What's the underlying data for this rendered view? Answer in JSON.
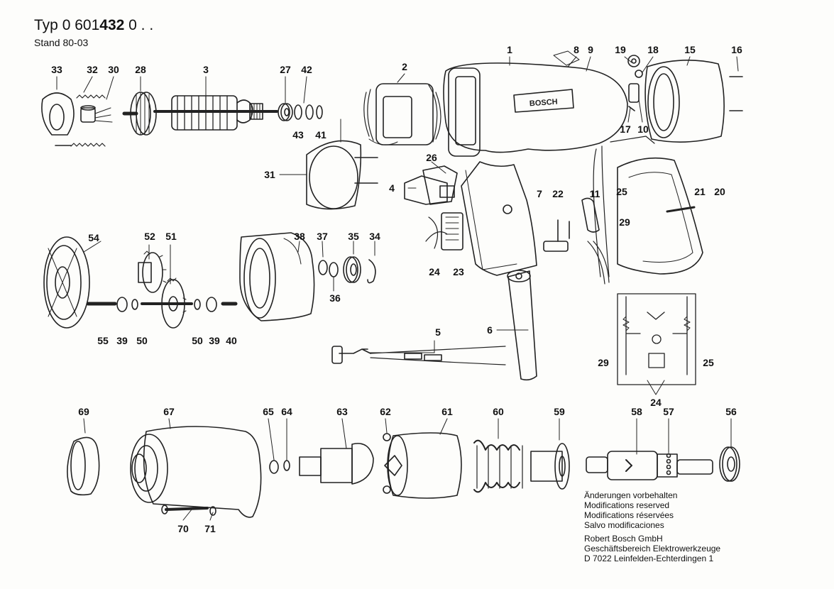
{
  "title": {
    "prefix": "Typ",
    "number_regular": "0 601",
    "number_bold": "432",
    "suffix": "0 . ."
  },
  "stand": "Stand 80-03",
  "brand_on_housing": "BOSCH",
  "part_labels": [
    "1",
    "2",
    "3",
    "4",
    "5",
    "6",
    "7",
    "8",
    "9",
    "10",
    "11",
    "15",
    "16",
    "17",
    "18",
    "19",
    "20",
    "21",
    "22",
    "23",
    "24",
    "25",
    "26",
    "27",
    "28",
    "29",
    "30",
    "31",
    "32",
    "33",
    "34",
    "35",
    "36",
    "37",
    "38",
    "39",
    "40",
    "41",
    "42",
    "43",
    "50",
    "51",
    "52",
    "54",
    "55",
    "56",
    "57",
    "58",
    "59",
    "60",
    "61",
    "62",
    "63",
    "64",
    "65",
    "67",
    "69",
    "70",
    "71"
  ],
  "notes": [
    "Änderungen vorbehalten",
    "Modifications reserved",
    "Modifications réservées",
    "Salvo modificaciones"
  ],
  "company": [
    "Robert Bosch GmbH",
    "Geschäftsbereich Elektrowerkzeuge",
    "D 7022 Leinfelden-Echterdingen 1"
  ]
}
